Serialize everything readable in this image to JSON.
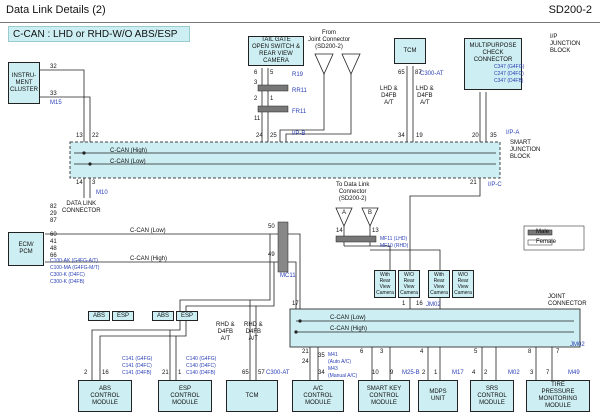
{
  "header": {
    "title": "Data Link Details (2)",
    "code": "SD200-2"
  },
  "diagram_title": "C-CAN : LHD or RHD-W/O ABS/ESP",
  "components": {
    "cluster": "INSTRU-\nMENT\nCLUSTER",
    "tailgate": "TAIL GATE\nOPEN SWITCH &\nREAR VIEW\nCAMERA",
    "tcm_top": "TCM",
    "multipurpose": "MULTIPURPOSE\nCHECK\nCONNECTOR",
    "ecm": "ECM/\nPCM",
    "abs": "ABS\nCONTROL\nMODULE",
    "esp": "ESP\nCONTROL\nMODULE",
    "tcm_bottom": "TCM",
    "ac": "A/C\nCONTROL\nMODULE",
    "smartkey": "SMART KEY\nCONTROL\nMODULE",
    "mdps": "MDPS\nUNIT",
    "srs": "SRS\nCONTROL\nMODULE",
    "tpms": "TIRE\nPRESSURE\nMONITORING\nMODULE"
  },
  "labels": {
    "from_joint": "From\nJoint Connector\n(SD200-2)",
    "to_data_link": "To Data Link\nConnector\n(SD200-2)",
    "ijb": "I/P\nJUNCTION\nBLOCK",
    "smart_jb": "SMART\nJUNCTION\nBLOCK",
    "dlc": "DATA LINK\nCONNECTOR",
    "joint_conn": "JOINT\nCONNECTOR",
    "can_high": "C-CAN (High)",
    "can_low": "C-CAN (Low)",
    "legend_male": "Male",
    "legend_female": "Female",
    "lhd_d4fb_1": "LHD &\nD4FB\nA/T",
    "lhd_d4fb_2": "LHD &\nD4FB\nA/T",
    "rhd_d4fb_1": "RHD &\nD4FB\nA/T",
    "rhd_d4fb_2": "RHD &\nD4FB\nA/T",
    "abs": "ABS",
    "esp": "ESP",
    "cam1": "With\nRear\nView\nCamera",
    "cam2": "W/O\nRear\nView\nCamera",
    "cam3": "With\nRear\nView\nCamera",
    "cam4": "W/O\nRear\nView\nCamera",
    "a": "A",
    "b": "B"
  },
  "connectors": {
    "m15": "M15",
    "r19": "R19",
    "rr11": "RR11",
    "fr11": "FR11",
    "ipb": "I/P-B",
    "c300at_top": "C300-AT",
    "ipa": "I/P-A",
    "ipc": "I/P-C",
    "m10": "M10",
    "c347": "C347 (G4FG)\nC247 (D4FC)\nC347 (D4FB)",
    "mf11": "MF11 (LHD)\nMF10 (RHD)",
    "ecm_conn": "C100-AK (G4FG-A/T)\nC100-MA (G4FG-M/T)\nC300-K (D4FC)\nC300-K (D4FB)",
    "mc11": "MC11",
    "jm02": "JM02",
    "c141": "C141 (G4FG)\nC141 (D4FC)\nC141 (D4FB)",
    "c140": "C140 (G4FG)\nC140 (D4FC)\nC140 (D4FB)",
    "c300at_bot": "C300-AT",
    "m41": "M41\n(Auto A/C)\nM43\n(Manual A/C)",
    "m25b": "M25-B",
    "m17": "M17",
    "m02": "M02",
    "m49": "M49",
    "jm02b": "JM02"
  },
  "pins": {
    "p32": "32",
    "p33": "33",
    "p6": "6",
    "p5": "5",
    "p3": "3",
    "p2": "2",
    "p1": "1",
    "p65": "65",
    "p87": "87",
    "p11": "11",
    "p24": "24",
    "p25": "25",
    "p13": "13",
    "p22": "22",
    "p34": "34",
    "p19": "19",
    "p20": "20",
    "p35": "35",
    "p14": "14",
    "p3b": "3",
    "p21": "21",
    "p82": "82",
    "p29": "29",
    "p87b": "87",
    "p60": "60",
    "p41": "41",
    "p48": "48",
    "p66": "66",
    "p50": "50",
    "p49": "49",
    "p14b": "14",
    "p13b": "13",
    "p17": "17",
    "p16": "16",
    "p1b": "1",
    "p21b": "21",
    "p24b": "24",
    "p35b": "35",
    "p34b": "34",
    "p6b": "6",
    "p3c": "3",
    "p10": "10",
    "p9": "9",
    "p4": "4",
    "p5b": "5",
    "p8": "8",
    "p7": "7",
    "p2b": "2",
    "p4b": "4",
    "p1c": "1",
    "p2c": "2",
    "p65b": "65",
    "p57": "57",
    "p2d": "2",
    "p7b": "7",
    "p3d": "3",
    "p21c": "21",
    "p1d": "1",
    "p16c": "16"
  }
}
